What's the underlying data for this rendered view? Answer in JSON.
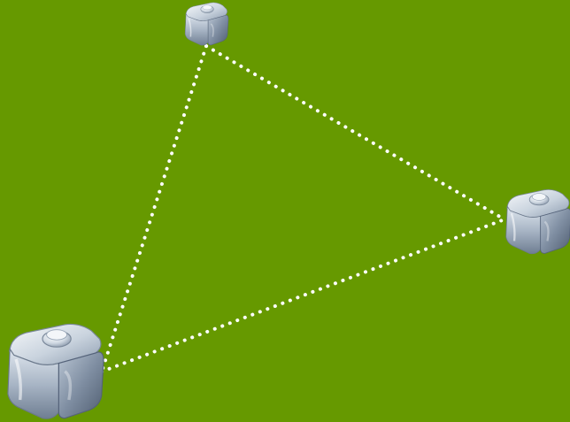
{
  "colors": {
    "background": "#669900",
    "connector": "#ffffff",
    "cube_light": "#e9eef4",
    "cube_mid": "#a7b5c6",
    "cube_dark": "#5f6f83"
  },
  "diagram": {
    "nodes": [
      {
        "id": "top",
        "icon": "cube-node-icon"
      },
      {
        "id": "right",
        "icon": "cube-node-icon"
      },
      {
        "id": "bottom-left",
        "icon": "cube-node-icon"
      }
    ],
    "edges": [
      {
        "from": "top",
        "to": "right",
        "style": "dotted"
      },
      {
        "from": "top",
        "to": "bottom-left",
        "style": "dotted"
      },
      {
        "from": "bottom-left",
        "to": "right",
        "style": "dotted"
      }
    ]
  }
}
